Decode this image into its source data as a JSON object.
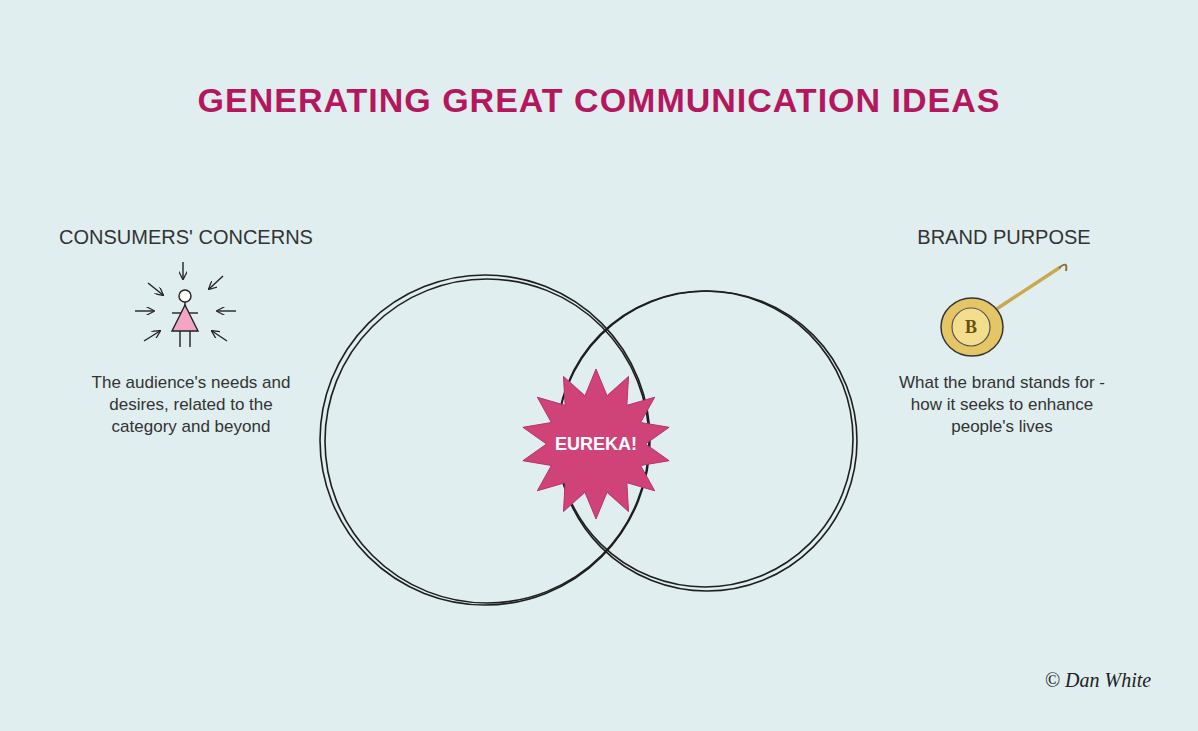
{
  "diagram": {
    "title": "GENERATING GREAT COMMUNICATION IDEAS",
    "nodes": [
      {
        "text": [
          "EUREKA!"
        ]
      }
    ],
    "labels": [
      "CONSUMERS' CONCERNS",
      "The audience's needs and desires, related to the category and beyond",
      "BRAND PURPOSE",
      "What the brand stands for - how it seeks to enhance people's lives",
      "B",
      "© Dan White"
    ]
  }
}
